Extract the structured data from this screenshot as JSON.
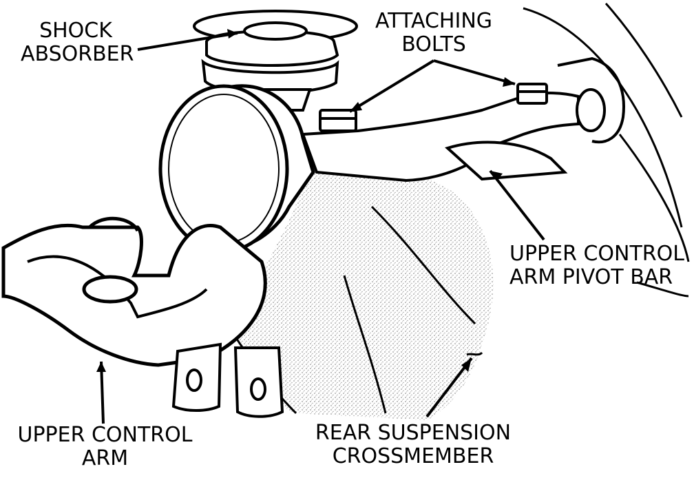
{
  "labels": {
    "shock_absorber": [
      "SHOCK",
      "ABSORBER"
    ],
    "attaching_bolts": [
      "ATTACHING",
      "BOLTS"
    ],
    "upper_control_arm_pivot_bar": [
      "UPPER CONTROL",
      "ARM PIVOT BAR"
    ],
    "upper_control_arm": [
      "UPPER CONTROL",
      "ARM"
    ],
    "rear_suspension_crossmember": [
      "REAR SUSPENSION",
      "CROSSMEMBER"
    ]
  },
  "colors": {
    "ink": "#000000",
    "paper": "#ffffff",
    "stipple": "#8a8a8a"
  }
}
